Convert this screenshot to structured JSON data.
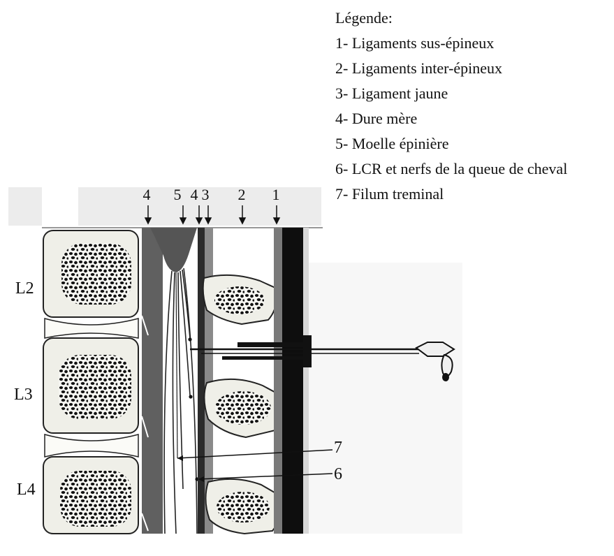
{
  "legend": {
    "title": "Légende:",
    "items": [
      "1- Ligaments sus-épineux",
      "2- Ligaments inter-épineux",
      "3- Ligament jaune",
      "4- Dure mère",
      "5- Moelle épinière",
      "6- LCR et nerfs de la queue de cheval",
      "7- Filum treminal"
    ]
  },
  "top_labels": [
    "4",
    "5",
    "4",
    "3",
    "2",
    "1"
  ],
  "vertebra_labels": [
    "L2",
    "L3",
    "L4"
  ],
  "pointer_labels": [
    "7",
    "6"
  ]
}
